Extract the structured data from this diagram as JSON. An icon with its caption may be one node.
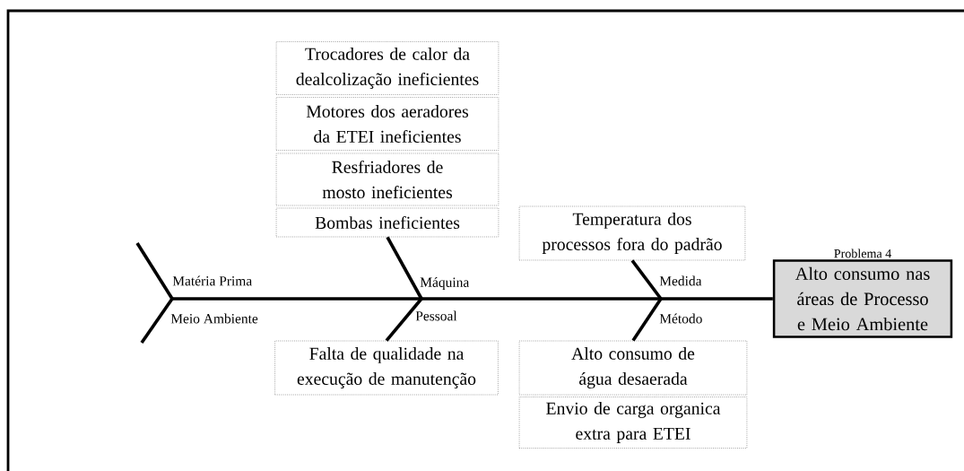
{
  "diagram": {
    "nodes": [
      {
        "text": [
          "Trocadores de calor da dealcolização ineficientes"
        ]
      },
      {
        "text": [
          "Motores dos aeradores da ETEI ineficientes"
        ]
      },
      {
        "text": [
          "Resfriadores de mosto ineficientes"
        ]
      },
      {
        "text": [
          "Bombas ineficientes"
        ]
      },
      {
        "text": [
          "Temperatura dos processos fora do padrão"
        ]
      },
      {
        "text": [
          "Problema 4",
          "Alto consumo nas áreas de Processo e Meio Ambiente"
        ]
      },
      {
        "text": [
          "Falta de qualidade na execução de manutenção"
        ]
      },
      {
        "text": [
          "Alto consumo de água desaerada"
        ]
      },
      {
        "text": [
          "Envio de carga organica extra para ETEI"
        ]
      }
    ],
    "edges": [
      {
        "from": null,
        "to": 5,
        "arrow": "none"
      },
      {
        "from": 3,
        "to": null,
        "arrow": "none"
      },
      {
        "from": 6,
        "to": null,
        "arrow": "none"
      },
      {
        "from": 4,
        "to": null,
        "arrow": "none"
      },
      {
        "from": 7,
        "to": null,
        "arrow": "none"
      }
    ],
    "labels": [
      "Matéria Prima",
      "Máquina",
      "Medida",
      "Meio Ambiente",
      "Pessoal",
      "Método"
    ]
  }
}
